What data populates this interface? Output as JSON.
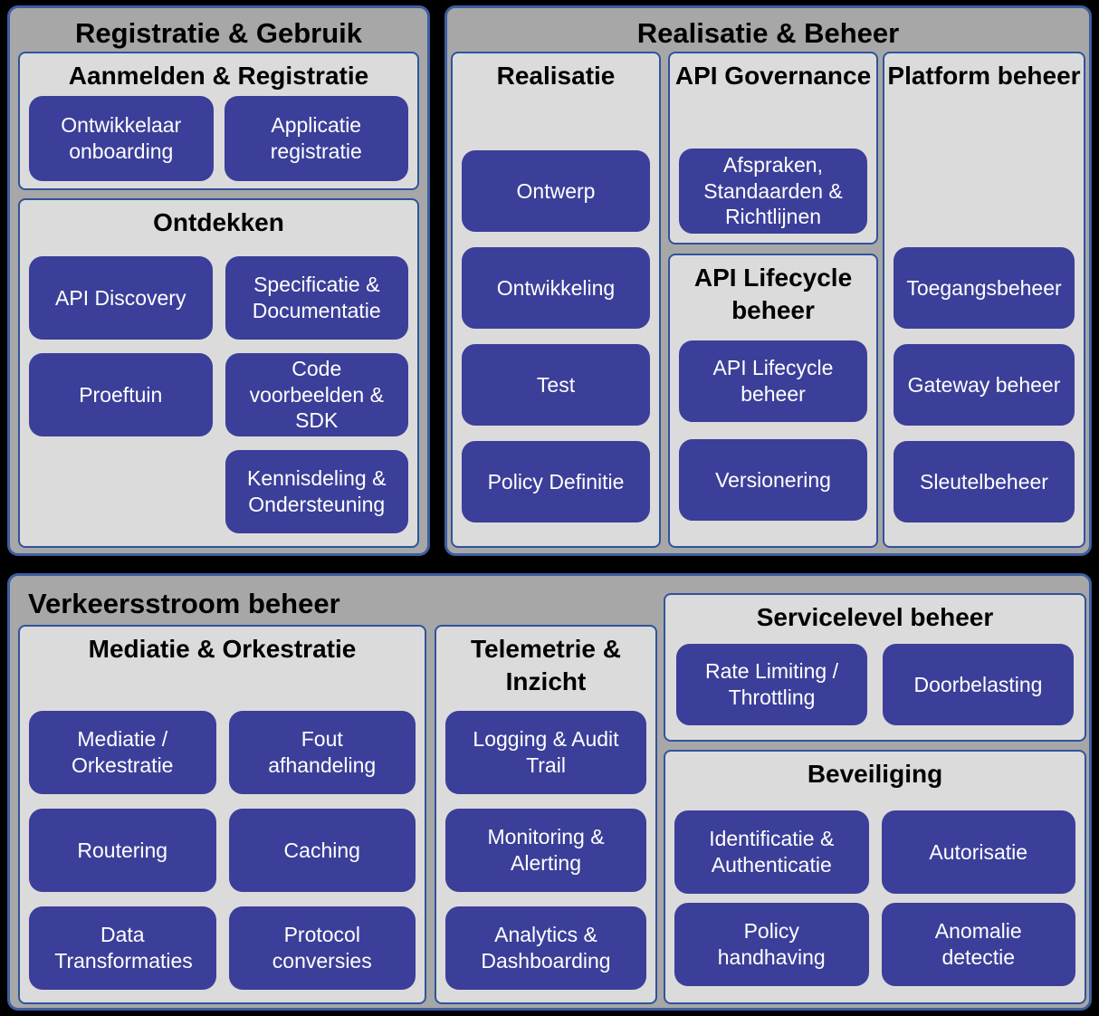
{
  "colors": {
    "background": "#000000",
    "panel_fill": "#a7a7a7",
    "panel_border": "#3d5ea0",
    "section_fill": "#dbdbdb",
    "section_border": "#2f549c",
    "box_fill": "#3b3f99",
    "box_text": "#ffffff",
    "title_text": "#000000"
  },
  "panels": [
    {
      "title": "Registratie & Gebruik",
      "sections": [
        {
          "title": "Aanmelden & Registratie",
          "boxes": [
            "Ontwikkelaar onboarding",
            "Applicatie registratie"
          ]
        },
        {
          "title": "Ontdekken",
          "boxes": [
            "API Discovery",
            "Specificatie & Documentatie",
            "Proeftuin",
            "Code voorbeelden & SDK",
            "Kennisdeling & Ondersteuning"
          ]
        }
      ]
    },
    {
      "title": "Realisatie & Beheer",
      "sections": [
        {
          "title": "Realisatie",
          "boxes": [
            "Ontwerp",
            "Ontwikkeling",
            "Test",
            "Policy Definitie"
          ]
        },
        {
          "title": "API Governance",
          "boxes": [
            "Afspraken, Standaarden & Richtlijnen"
          ]
        },
        {
          "title": "API Lifecycle beheer",
          "boxes": [
            "API Lifecycle beheer",
            "Versionering"
          ]
        },
        {
          "title": "Platform beheer",
          "boxes": [
            "Toegangsbeheer",
            "Gateway beheer",
            "Sleutelbeheer"
          ]
        }
      ]
    },
    {
      "title": "Verkeersstroom beheer",
      "sections": [
        {
          "title": "Mediatie & Orkestratie",
          "boxes": [
            "Mediatie / Orkestratie",
            "Fout afhandeling",
            "Routering",
            "Caching",
            "Data Transformaties",
            "Protocol conversies"
          ]
        },
        {
          "title": "Telemetrie & Inzicht",
          "boxes": [
            "Logging & Audit Trail",
            "Monitoring & Alerting",
            "Analytics & Dashboarding"
          ]
        },
        {
          "title": "Servicelevel beheer",
          "boxes": [
            "Rate Limiting / Throttling",
            "Doorbelasting"
          ]
        },
        {
          "title": "Beveiliging",
          "boxes": [
            "Identificatie & Authenticatie",
            "Autorisatie",
            "Policy handhaving",
            "Anomalie detectie"
          ]
        }
      ]
    }
  ]
}
